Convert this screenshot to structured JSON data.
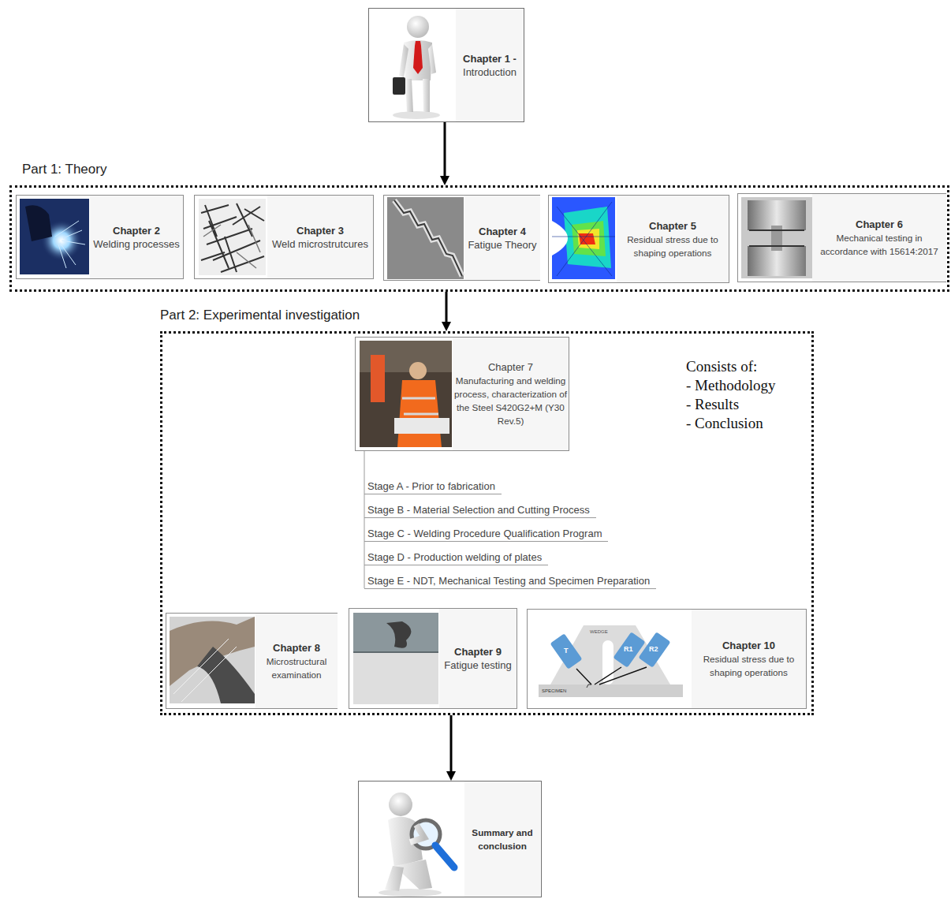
{
  "diagram": {
    "nodes": [
      {
        "text": [
          "Chapter 1 -",
          "Introduction"
        ]
      },
      {
        "text": [
          "Part 1: Theory"
        ]
      },
      {
        "text": [
          "Chapter 2",
          "Welding processes"
        ],
        "in": 1
      },
      {
        "text": [
          "Chapter 3",
          "Weld microstrutcures"
        ],
        "in": 1
      },
      {
        "text": [
          "Chapter 4",
          "Fatigue Theory"
        ],
        "in": 1
      },
      {
        "text": [
          "Chapter 5",
          "Residual stress due to shaping operations"
        ],
        "in": 1
      },
      {
        "text": [
          "Chapter 6",
          "Mechanical testing in accordance with 15614:2017"
        ],
        "in": 1
      },
      {
        "text": [
          "Part 2: Experimental investigation",
          "Consists of:",
          "- Methodology",
          "- Results",
          "- Conclusion"
        ]
      },
      {
        "text": [
          "Chapter 7",
          "Manufacturing and welding process, characterization of the Steel S420G2+M (Y30 Rev.5)"
        ],
        "in": 7
      },
      {
        "text": [
          "Chapter 8",
          "Microstructural examination"
        ],
        "in": 7
      },
      {
        "text": [
          "Chapter 9",
          "Fatigue testing"
        ],
        "in": 7
      },
      {
        "text": [
          "Chapter 10",
          "Residual stress due to shaping operations"
        ],
        "in": 7
      },
      {
        "text": [
          "Summary and conclusion"
        ]
      }
    ],
    "edges": [
      {
        "from": 0,
        "to": 1,
        "arrow": "to"
      },
      {
        "from": 1,
        "to": 7,
        "arrow": "to"
      },
      {
        "from": 7,
        "to": 12,
        "arrow": "to"
      }
    ],
    "labels": [
      "Stage A - Prior to fabrication",
      "Stage B - Material Selection and Cutting Process",
      "Stage C - Welding Procedure Qualification Program",
      "Stage D - Production welding of plates",
      "Stage E - NDT, Mechanical Testing and Specimen Preparation",
      "WEDGE",
      "T",
      "R1",
      "R2",
      "SPECIMEN"
    ]
  }
}
